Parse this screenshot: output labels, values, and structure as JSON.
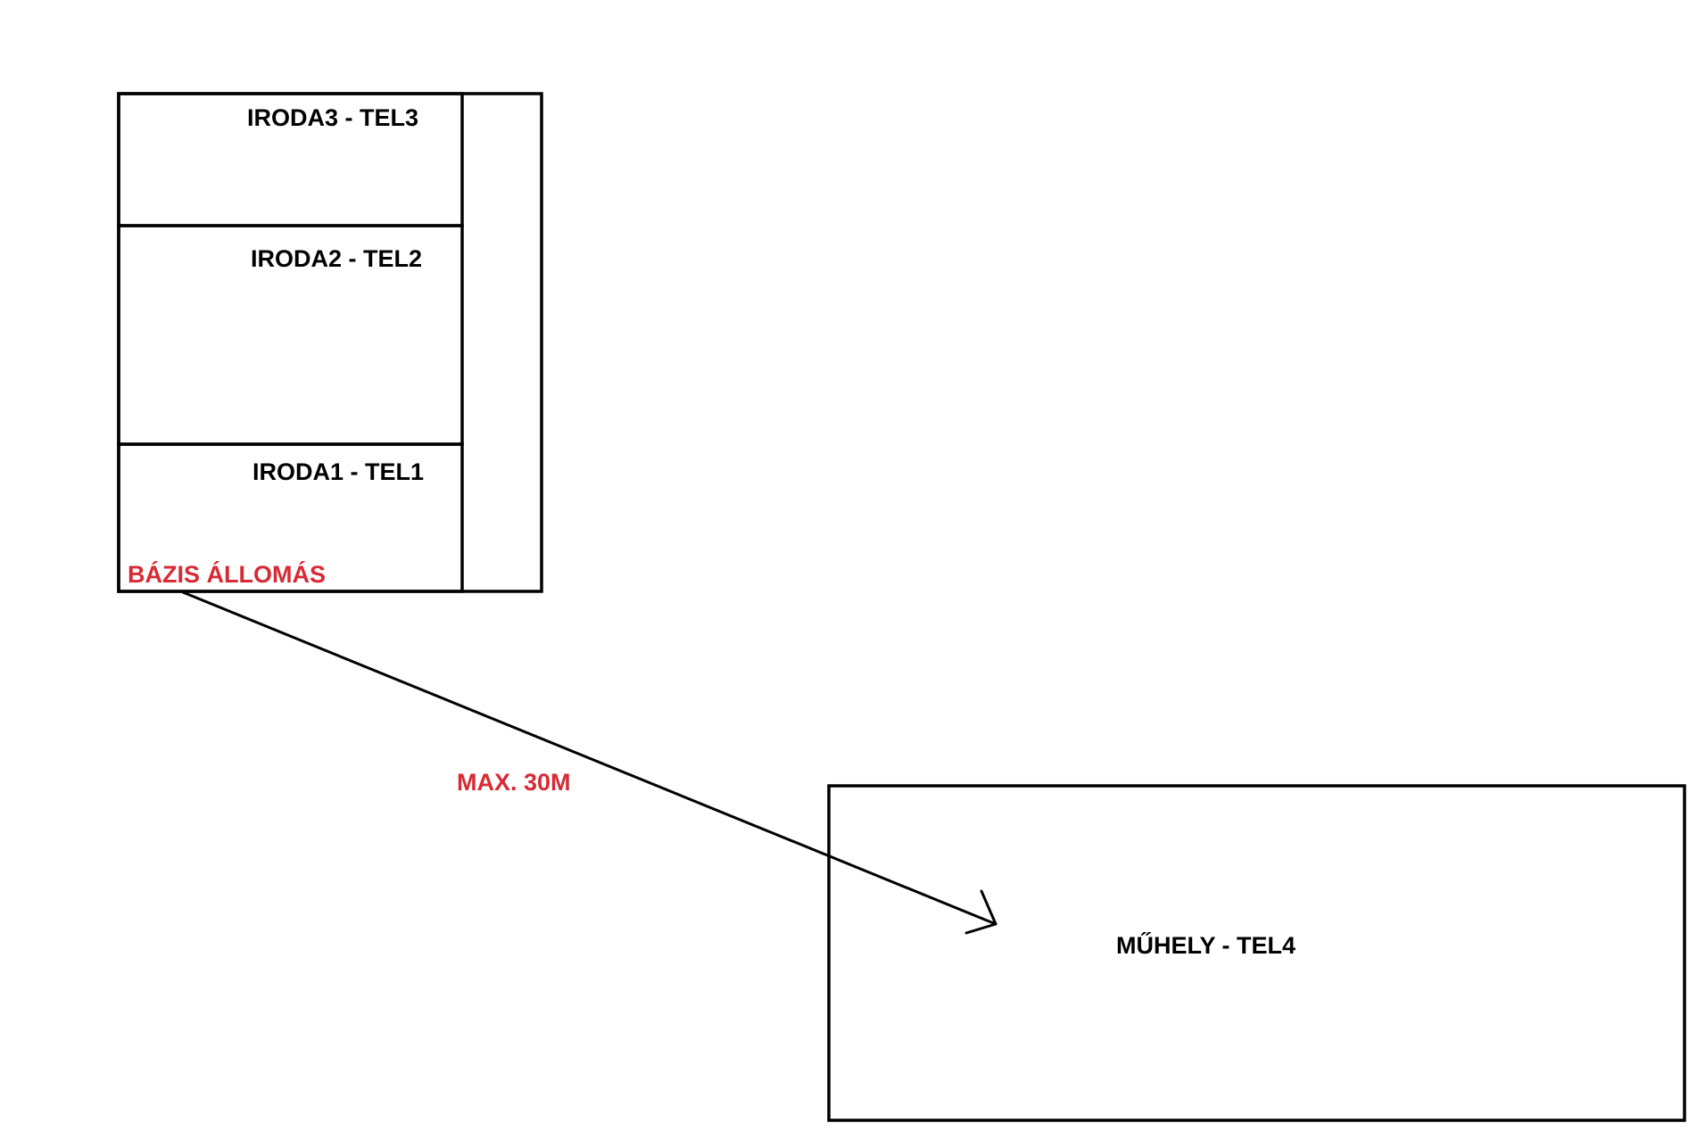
{
  "diagram": {
    "rooms": {
      "iroda3": "IRODA3 - TEL3",
      "iroda2": "IRODA2 - TEL2",
      "iroda1": "IRODA1 - TEL1",
      "muhely": "MŰHELY - TEL4"
    },
    "base_station": "BÁZIS ÁLLOMÁS",
    "distance_label": "MAX. 30M",
    "colors": {
      "line": "#000000",
      "text": "#000000",
      "accent": "#d62b35",
      "background": "#ffffff"
    }
  }
}
